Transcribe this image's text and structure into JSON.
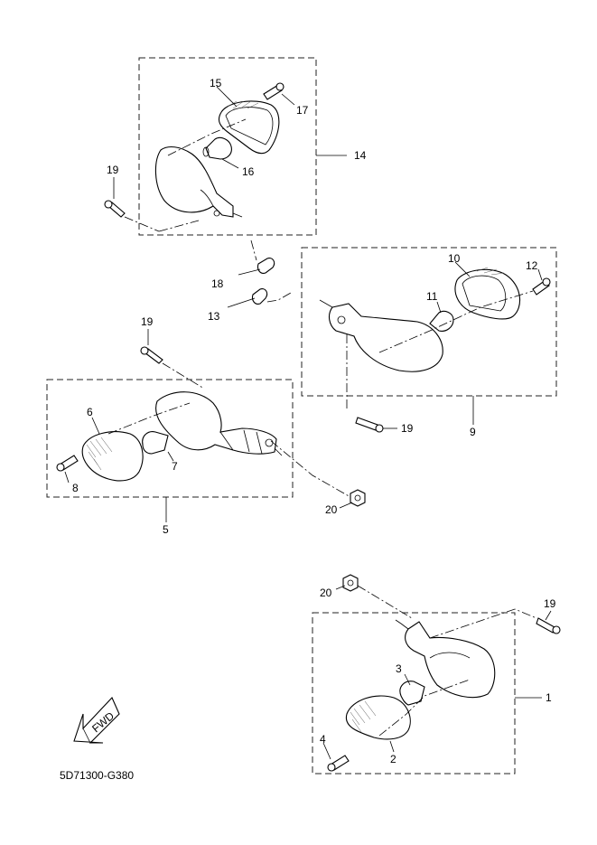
{
  "diagram": {
    "code": "5D71300-G380",
    "fwd_label": "FWD",
    "callouts": {
      "c1": "1",
      "c2": "2",
      "c3": "3",
      "c4": "4",
      "c5": "5",
      "c6": "6",
      "c7": "7",
      "c8": "8",
      "c9": "9",
      "c10": "10",
      "c11": "11",
      "c12": "12",
      "c13": "13",
      "c14": "14",
      "c15": "15",
      "c16": "16",
      "c17": "17",
      "c18": "18",
      "c19a": "19",
      "c19b": "19",
      "c19c": "19",
      "c19d": "19",
      "c20a": "20",
      "c20b": "20"
    }
  }
}
